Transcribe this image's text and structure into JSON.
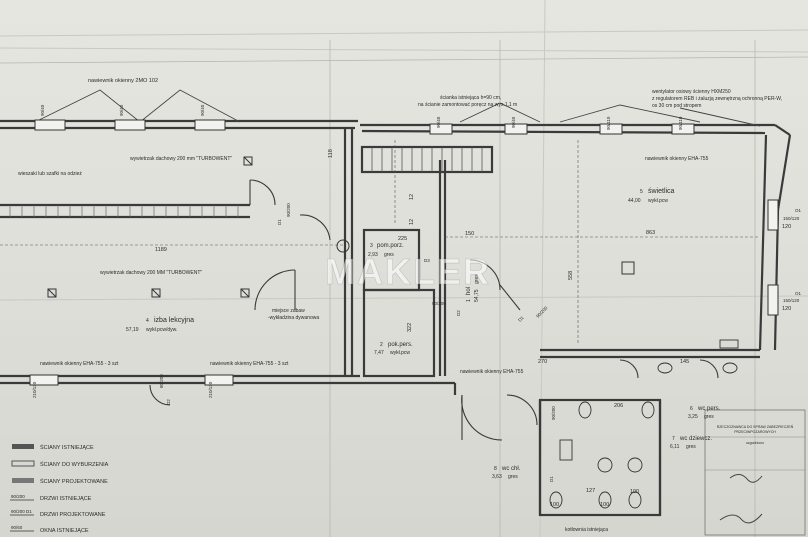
{
  "watermark": "MAKLER",
  "annotations": {
    "window_vent_top": "nawiewnik okienny 2MO 102",
    "wall_height": "ścianka istniejąca h=90 cm,",
    "wall_mount": "na ścianie zamontować poręcz na wys.1,1 m",
    "fan_1": "wentylator osiowy ścienny HXM250",
    "fan_2": "z regulatorem REB i żaluzją zewnętrzną ochronną PER-W,",
    "fan_3": "os 30 cm pod stropem",
    "cabinets": "wieszaki lub szafki na odzież",
    "roof_vent_1": "wywietrzak dachowy 200 mm \"TURBOWENT\"",
    "roof_vent_2": "wywietrzak dachowy 200 MM \"TURBOWENT\"",
    "vent_eha_right": "nawiewnik okienny EHA-755",
    "vent_eha_left": "nawiewnik okienny EHA-755 - 3 szt",
    "vent_eha_mid": "nawiewnik okienny EHA-755 - 3 szt",
    "vent_eha_center": "nawiewnik okienny EHA-755",
    "play_1": "miejsce zabaw",
    "play_2": "-wykładzina dywanowa",
    "existing_boiler": "kotłownia istniejąca"
  },
  "rooms": [
    {
      "number": "5",
      "name": "świetlica",
      "area": "44,00",
      "note": "wykł.pcw"
    },
    {
      "number": "4",
      "name": "izba lekcyjna",
      "area": "57,19",
      "note": "wykł.pcw/dyw."
    },
    {
      "number": "3",
      "name": "pom.porz.",
      "area": "2,93",
      "note": "gres"
    },
    {
      "number": "2",
      "name": "pok.pers.",
      "area": "7,47",
      "note": "wykł.pcw"
    },
    {
      "number": "1",
      "name": "hol",
      "area": "54,75",
      "note": "gres"
    },
    {
      "number": "6",
      "name": "wc pers.",
      "area": "3,25",
      "note": "gres"
    },
    {
      "number": "7",
      "name": "wc dziewcz.",
      "area": "6,11",
      "note": "gres"
    },
    {
      "number": "8",
      "name": "wc chł.",
      "area": "3,63",
      "note": "gres"
    }
  ],
  "dimensions": {
    "d1189": "1189",
    "d863": "863",
    "d558": "558",
    "d150": "150",
    "d225": "225",
    "d118": "118",
    "d12a": "12",
    "d12b": "12",
    "d322": "322",
    "d270": "270",
    "d145": "145",
    "d206": "206",
    "d127": "127",
    "d100a": "100",
    "d100b": "100",
    "d100c": "100",
    "d120a": "120",
    "d120b": "120"
  },
  "openings": {
    "w90_40a": "90/40",
    "w90_40b": "90/40",
    "w90_40c": "90/40",
    "w90_40d": "90/40",
    "w90_40e": "90/40",
    "w90_110a": "90/110",
    "w90_110b": "90/110",
    "w150_120a": "150/120",
    "w150_120b": "150/120",
    "d90_200a": "90/200",
    "d90_200b": "90/200",
    "d90_200c": "90/200",
    "d90_200d": "90/200",
    "d80_200": "80/200",
    "w210_130a": "210/130",
    "w210_130b": "210/130",
    "D1a": "D1",
    "D1b": "D1",
    "D1c": "D1",
    "D2a": "D2",
    "D2b": "D2",
    "D3": "D3",
    "O1a": "O1",
    "O1b": "O1"
  },
  "legend": [
    {
      "code": "",
      "label": "ŚCIANY ISTNIEJĄCE"
    },
    {
      "code": "",
      "label": "ŚCIANY DO WYBURZENIA"
    },
    {
      "code": "",
      "label": "ŚCIANY PROJEKTOWANE"
    },
    {
      "code": "90/200",
      "label": "DRZWI ISTNIEJĄCE"
    },
    {
      "code": "90/200 D1",
      "label": "DRZWI PROJEKTOWANE"
    },
    {
      "code": "90/60",
      "label": "OKNA ISTNIEJĄCE"
    }
  ],
  "titleblock": {
    "line1": "RZECZOZNAWCA DO SPRAW ZABEZPIECZEŃ",
    "line2": "PRZECIWPOŻAROWYCH",
    "line3": "uzgodniono"
  },
  "colors": {
    "paper": "#e2e2dc",
    "line": "#3a3a3a",
    "wall": "#444444"
  }
}
